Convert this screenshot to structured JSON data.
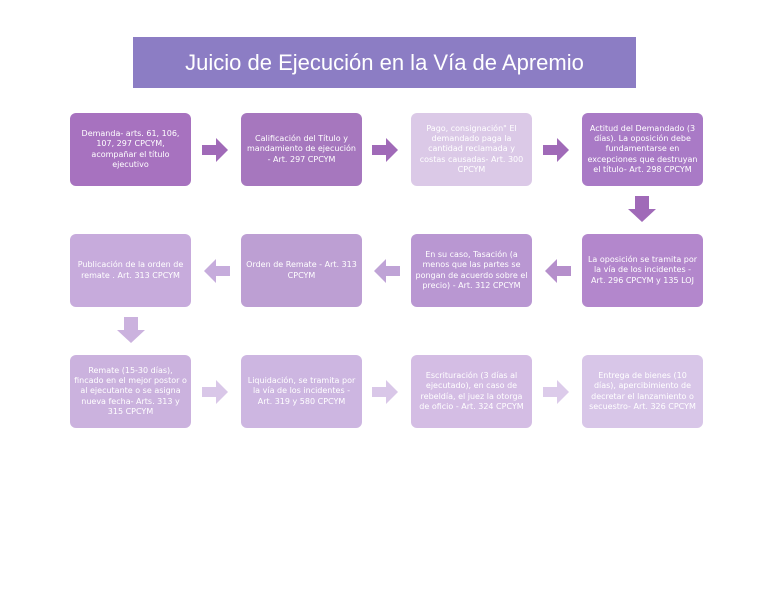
{
  "title": "Juicio de Ejecución en la Vía de Apremio",
  "steps": [
    "Demanda- arts. 61, 106, 107, 297 CPCYM, acompañar el título ejecutivo",
    "Calificación del Título y mandamiento de ejecución - Art. 297 CPCYM",
    "Pago, consignación\" El demandado paga la cantidad reclamada y costas causadas- Art. 300 CPCYM",
    "Actitud del Demandado (3 días). La oposición debe fundamentarse en excepciones que destruyan el título- Art. 298 CPCYM",
    "La oposición se tramita por la vía de los incidentes - Art. 296 CPCYM y 135 LOJ",
    "En su caso, Tasación (a menos que las partes se pongan de acuerdo sobre el precio) - Art. 312 CPCYM",
    "Orden de Remate - Art. 313 CPCYM",
    "Publicación de la orden de remate . Art. 313 CPCYM",
    "Remate (15-30 días), fincado en el mejor postor o al ejecutante o se asigna nueva fecha- Arts. 313 y 315 CPCYM",
    "Liquidación, se tramita por la vía de los incidentes - Art. 319 y 580 CPCYM",
    "Escrituración (3 días al ejecutado), en caso de rebeldía, el juez la otorga de oficio - Art. 324 CPCYM",
    "Entrega de bienes (10 días), apercibimiento de decretar el lanzamiento o secuestro- Art. 326 CPCYM"
  ],
  "colors": {
    "title_bg": "#8c7dc4",
    "arrow_dark": "#a06ab8",
    "arrow_mid": "#bfa3d6",
    "arrow_light": "#d9c7e8"
  }
}
